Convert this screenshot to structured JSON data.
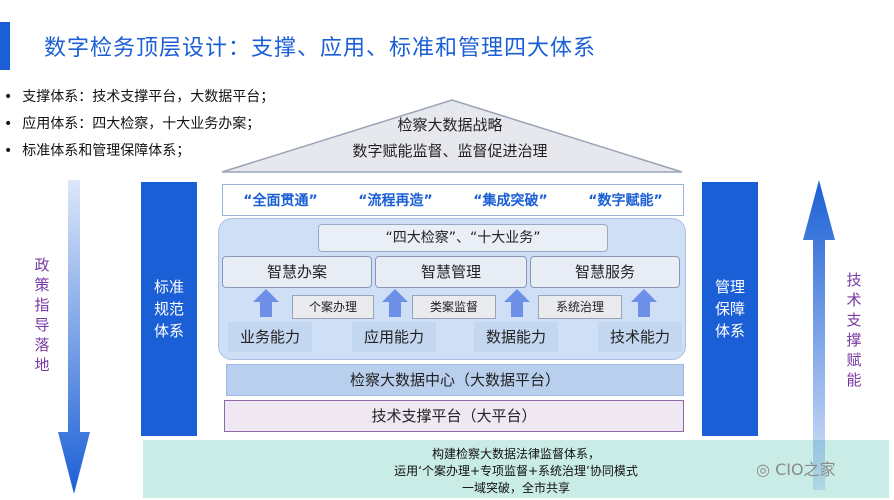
{
  "title": "数字检务顶层设计：支撑、应用、标准和管理四大体系",
  "bullets": [
    "支撑体系：技术支撑平台，大数据平台；",
    "应用体系：四大检察，十大业务办案；",
    "标准体系和管理保障体系；"
  ],
  "roof": {
    "line1": "检察大数据战略",
    "line2": "数字赋能监督、监督促进治理"
  },
  "slogans": [
    "“全面贯通”",
    "“流程再造”",
    "“集成突破”",
    "“数字赋能”"
  ],
  "core_label": "“四大检察”、“十大业务”",
  "smart_boxes": [
    "智慧办案",
    "智慧管理",
    "智慧服务"
  ],
  "sub_boxes": [
    "个案办理",
    "类案监督",
    "系统治理"
  ],
  "capabilities": [
    "业务能力",
    "应用能力",
    "数据能力",
    "技术能力"
  ],
  "left_column": "标准\n规范\n体系",
  "right_column": "管理\n保障\n体系",
  "left_arrow_label": "政策指导落地",
  "right_arrow_label": "技术支撑赋能",
  "layer_center": "检察大数据中心（大数据平台）",
  "layer_platform": "技术支撑平台（大平台）",
  "base_lines": [
    "构建检察大数据法律监督体系，",
    "运用‘个案办理+专项监督+系统治理’协同模式",
    "一域突破，全市共享"
  ],
  "watermark": "CIO之家",
  "colors": {
    "primary": "#1a5fd6",
    "pane": "#cfe0f6",
    "base": "#c9ece6",
    "arrow_label": "#7a3aa3"
  }
}
